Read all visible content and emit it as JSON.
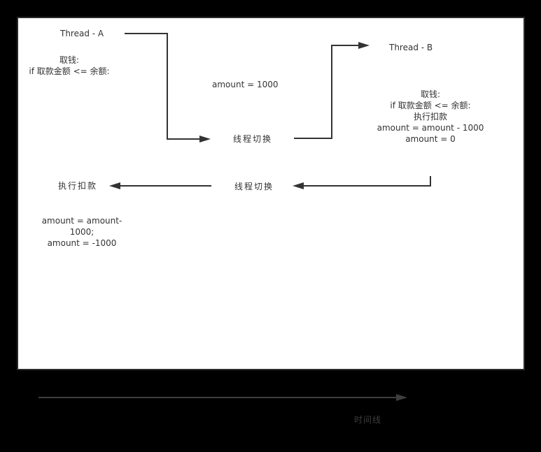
{
  "diagram": {
    "thread_a": {
      "title": "Thread - A",
      "action_lines": [
        "取钱:",
        "if 取款金额 <= 余额:"
      ],
      "deduct_label": "执行扣款",
      "result_lines": [
        "amount = amount-",
        "1000;",
        "amount = -1000"
      ]
    },
    "thread_b": {
      "title": "Thread - B",
      "action_lines": [
        "取钱:",
        "if 取款金额  <= 余额:",
        "执行扣款",
        "amount = amount - 1000",
        "amount = 0"
      ]
    },
    "shared": {
      "initial_amount": "amount = 1000",
      "switch_label_1": "线程切换",
      "switch_label_2": "线程切换"
    },
    "timeline": {
      "label": "时间线"
    },
    "colors": {
      "page_bg": "#000000",
      "panel_bg": "#ffffff",
      "panel_border": "#2b2b2b",
      "ink": "#333333",
      "timeline_ink": "#3e3e3e"
    }
  }
}
